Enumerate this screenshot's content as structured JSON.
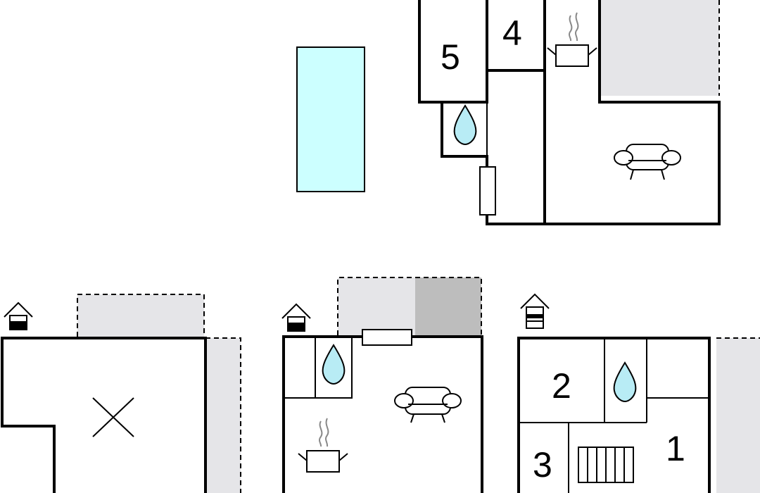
{
  "floor_plan": {
    "colors": {
      "background": "#ffffff",
      "wall": "#000000",
      "pool": "#ccffff",
      "terrace": "#e5e5e8",
      "covered_terrace": "#bdbdbd",
      "bathroom_drop": "#b8ecf5"
    },
    "top_floor": {
      "rooms": [
        {
          "number": "5",
          "icon": "bedroom-label"
        },
        {
          "number": "4",
          "icon": "bedroom-label"
        }
      ],
      "icons": [
        "pool",
        "bathroom-drop-icon",
        "kitchen-pot-icon",
        "sofa-icon",
        "door-icon"
      ]
    },
    "bottom_left": {
      "icons": [
        "house-level-icon",
        "void-cross-icon"
      ]
    },
    "bottom_middle": {
      "icons": [
        "house-level-icon",
        "bathroom-drop-icon",
        "sofa-icon",
        "kitchen-pot-icon"
      ]
    },
    "bottom_right": {
      "rooms": [
        {
          "number": "2"
        },
        {
          "number": "3"
        },
        {
          "number": "1"
        }
      ],
      "icons": [
        "house-level-icon",
        "bathroom-drop-icon",
        "stairs-icon"
      ]
    }
  }
}
